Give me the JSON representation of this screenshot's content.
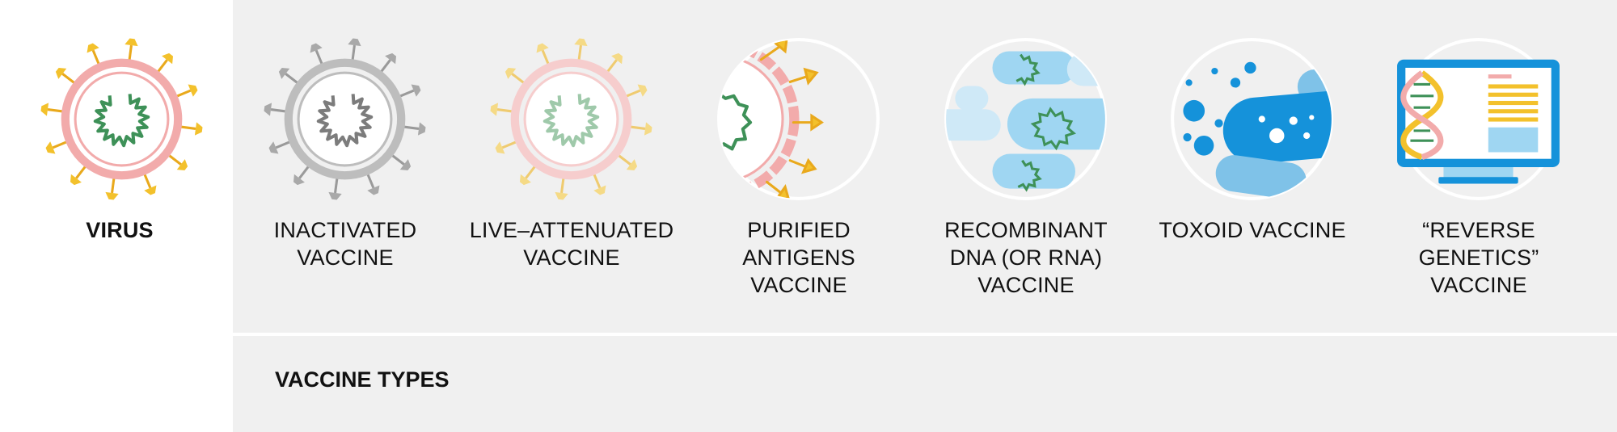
{
  "items": [
    {
      "label": "VIRUS",
      "icon": "virus-icon"
    },
    {
      "label": "INACTIVATED\nVACCINE",
      "icon": "inactivated-virus-icon"
    },
    {
      "label": "LIVE–ATTENUATED\nVACCINE",
      "icon": "attenuated-virus-icon"
    },
    {
      "label": "PURIFIED\nANTIGENS\nVACCINE",
      "icon": "antigen-fragment-icon"
    },
    {
      "label": "RECOMBINANT\nDNA (OR RNA)\nVACCINE",
      "icon": "recombinant-capsules-icon"
    },
    {
      "label": "TOXOID VACCINE",
      "icon": "toxoid-capsule-icon"
    },
    {
      "label": "“REVERSE\nGENETICS”\nVACCINE",
      "icon": "computer-dna-icon"
    }
  ],
  "section_title": "VACCINE TYPES",
  "colors": {
    "spike_yellow": "#f3c12c",
    "membrane_pink": "#f2abab",
    "rna_green": "#3e9158",
    "inactivated_gray": "#b8b8b8",
    "capsule_blue": "#1592da",
    "capsule_light_blue": "#8fcdef",
    "panel_gray": "#f0f0f0"
  }
}
